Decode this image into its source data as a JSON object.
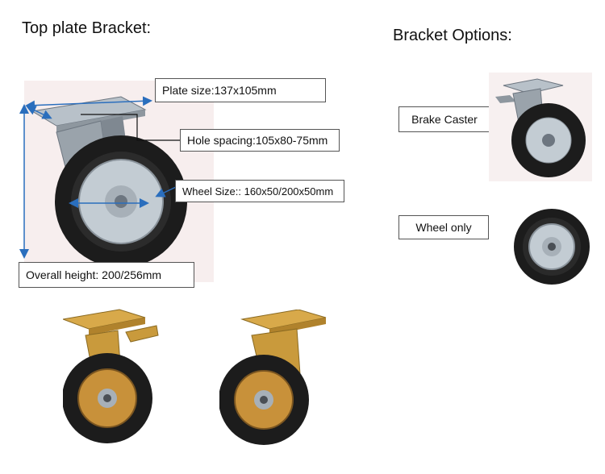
{
  "headings": {
    "left": "Top plate Bracket:",
    "right": "Bracket Options:"
  },
  "callouts": {
    "plate_size": "Plate size:137x105mm",
    "hole_spacing": "Hole spacing:105x80-75mm",
    "wheel_size": "Wheel Size:: 160x50/200x50mm",
    "overall_height": "Overall height: 200/256mm"
  },
  "options": {
    "brake_caster": "Brake Caster",
    "wheel_only": "Wheel only"
  },
  "colors": {
    "arrow": "#2a6ebd",
    "bracket_steel": "#9aa3ab",
    "bracket_gold": "#c99a3c",
    "tire": "#1c1c1c",
    "hub_steel": "#b9c2ca",
    "hub_gold": "#c8913a"
  },
  "icons": [
    "caster-wheel-icon",
    "brake-caster-icon",
    "wheel-icon"
  ]
}
